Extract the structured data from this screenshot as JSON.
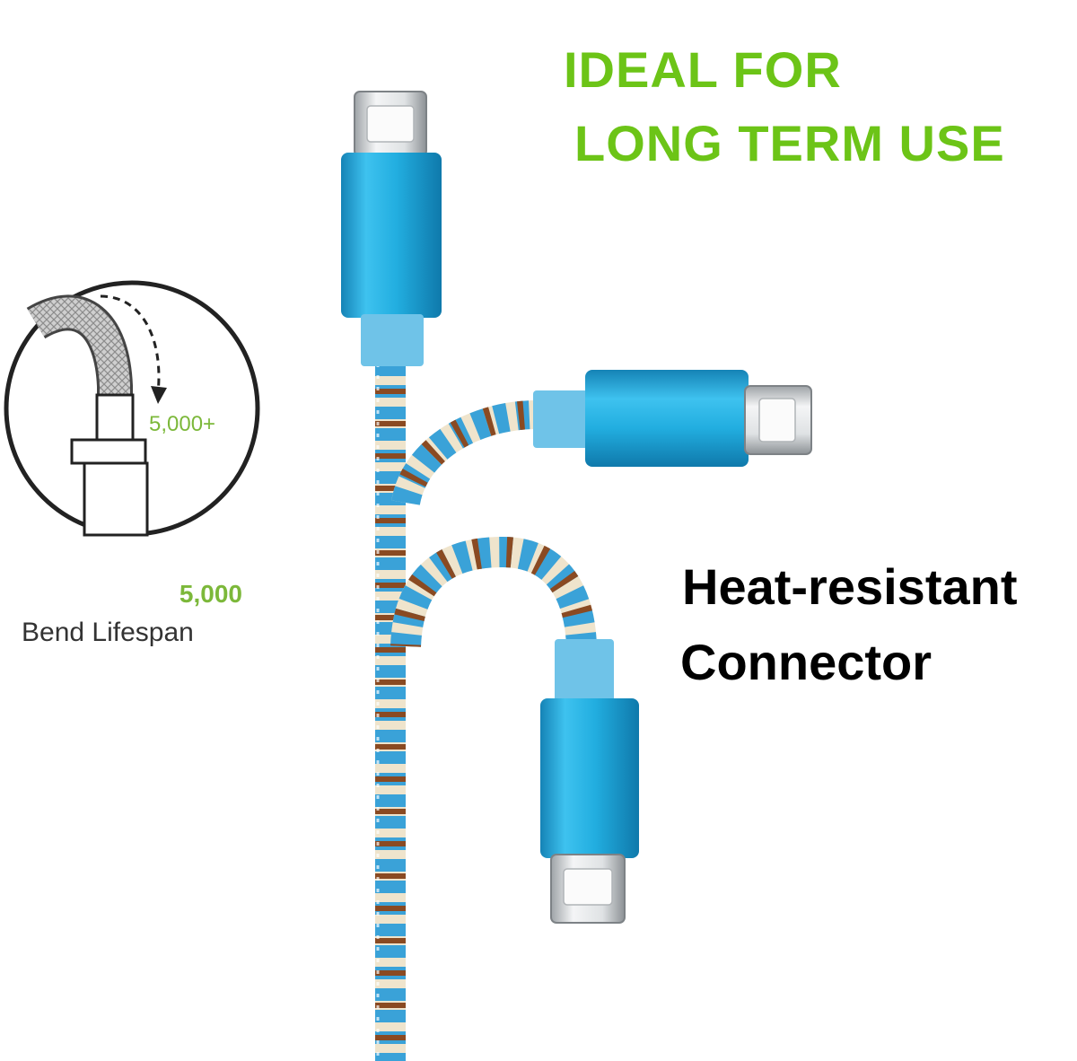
{
  "headline": {
    "line1": "IDEAL FOR",
    "line2": "LONG TERM USE",
    "color": "#6cc417"
  },
  "feature": {
    "line1": "Heat-resistant",
    "line2": "Connector"
  },
  "bend_badge": {
    "icon": "bend-test-diagram-icon",
    "count_label": "5,000+"
  },
  "lifespan": {
    "number": "5,000",
    "label": "Bend Lifespan"
  },
  "colors": {
    "connector_blue": "#1fa6d6",
    "braid_brown": "#8a4a22",
    "braid_cream": "#efe4cc",
    "braid_blue": "#3aa2d8"
  }
}
